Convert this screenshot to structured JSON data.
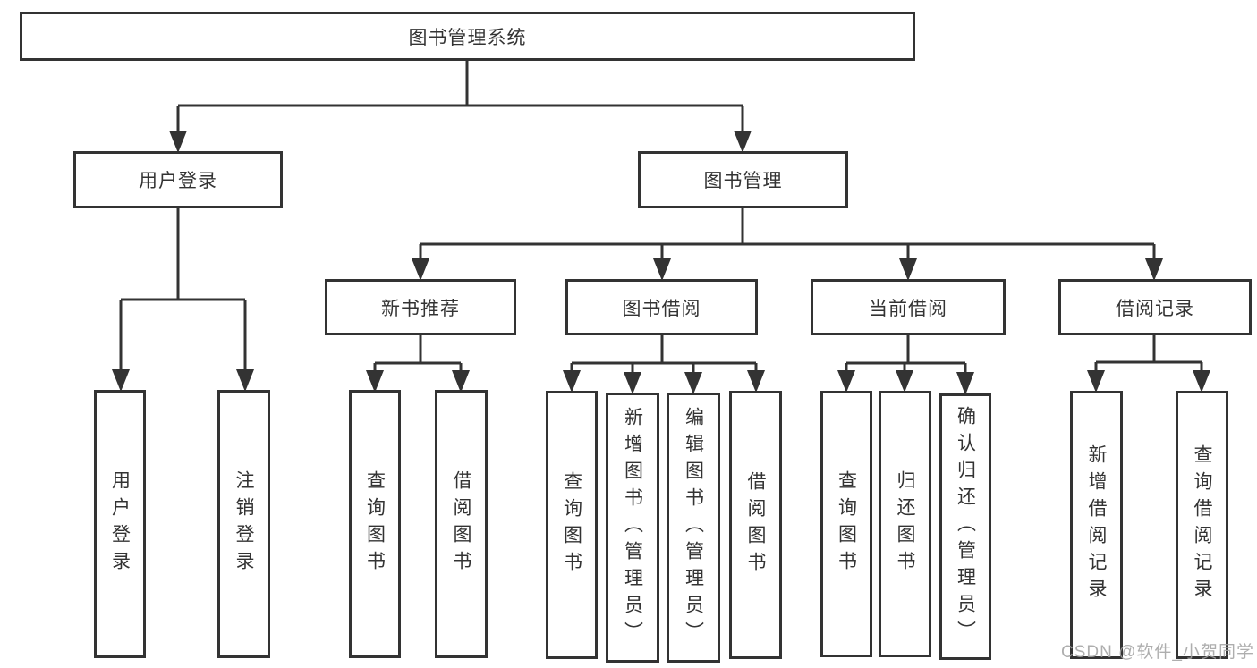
{
  "diagram": {
    "root": {
      "label": "图书管理系统",
      "children": [
        {
          "label": "用户登录",
          "children": [
            {
              "label": "用户登录"
            },
            {
              "label": "注销登录"
            }
          ]
        },
        {
          "label": "图书管理",
          "children": [
            {
              "label": "新书推荐",
              "children": [
                {
                  "label": "查询图书"
                },
                {
                  "label": "借阅图书"
                }
              ]
            },
            {
              "label": "图书借阅",
              "children": [
                {
                  "label": "查询图书"
                },
                {
                  "label": "新增图书（管理员）"
                },
                {
                  "label": "编辑图书（管理员）"
                },
                {
                  "label": "借阅图书"
                }
              ]
            },
            {
              "label": "当前借阅",
              "children": [
                {
                  "label": "查询图书"
                },
                {
                  "label": "归还图书"
                },
                {
                  "label": "确认归还（管理员）"
                }
              ]
            },
            {
              "label": "借阅记录",
              "children": [
                {
                  "label": "新增借阅记录"
                },
                {
                  "label": "查询借阅记录"
                }
              ]
            }
          ]
        }
      ]
    }
  },
  "watermark": {
    "text": "CSDN @软件_小贺同学"
  },
  "colors": {
    "line": "#333333",
    "text": "#333333",
    "box_background": "#ffffff",
    "page_background": "#ffffff",
    "watermark": "#a3a3a3"
  }
}
